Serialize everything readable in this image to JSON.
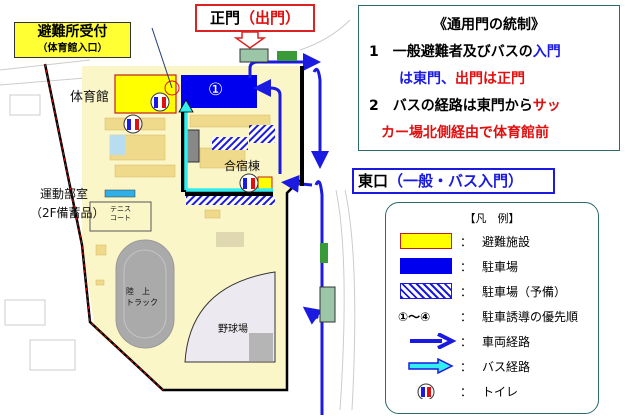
{
  "colors": {
    "evacuation_facility": "#ffff00",
    "parking": "#0000ee",
    "bus_route": "#33eeee",
    "vehicle_route": "#1a1ae0",
    "campus": "#fbf6c8",
    "rule_red": "#e01010",
    "rule_blue": "#1a1ae0"
  },
  "callout": {
    "title": "避難所受付",
    "subtitle": "（体育館入口）"
  },
  "main_gate": {
    "label": "正門",
    "exit_label": "（出門）"
  },
  "east_gate": {
    "label": "東口",
    "sub": "（一般・バス入門）"
  },
  "map_labels": {
    "gym": "体育館",
    "parking_1": "①",
    "dormitory": "合宿棟",
    "club_room": "運動部室",
    "club_room_sub": "（2F備蓄品）",
    "tennis": "テニス\nコート",
    "track_1": "陸　上",
    "track_2": "トラック",
    "baseball": "野球場"
  },
  "rules": {
    "title": "《通用門の統制》",
    "rule1_num": "1",
    "rule1_a": "一般避難者及びバスの",
    "rule1_b": "入門",
    "rule1_c": "は東門、",
    "rule1_d": "出門は正門",
    "rule2_num": "2",
    "rule2_a": "バスの経路は東門から",
    "rule2_b": "サッ",
    "rule2_c": "カー場北側経由で体育館前"
  },
  "legend": {
    "title": "【凡　例】",
    "items": [
      {
        "icon": "yellow-box",
        "symbol": "",
        "label": "避難施設"
      },
      {
        "icon": "blue-box",
        "symbol": "",
        "label": "駐車場"
      },
      {
        "icon": "hatched-box",
        "symbol": "",
        "label": "駐車場（予備）"
      },
      {
        "icon": "number-range",
        "symbol": "①～④",
        "label": "駐車誘導の優先順"
      },
      {
        "icon": "blue-arrow",
        "symbol": "",
        "label": "車両経路"
      },
      {
        "icon": "cyan-arrow",
        "symbol": "",
        "label": "バス経路"
      },
      {
        "icon": "toilet-icon",
        "symbol": "",
        "label": "トイレ"
      }
    ],
    "colon": "："
  }
}
